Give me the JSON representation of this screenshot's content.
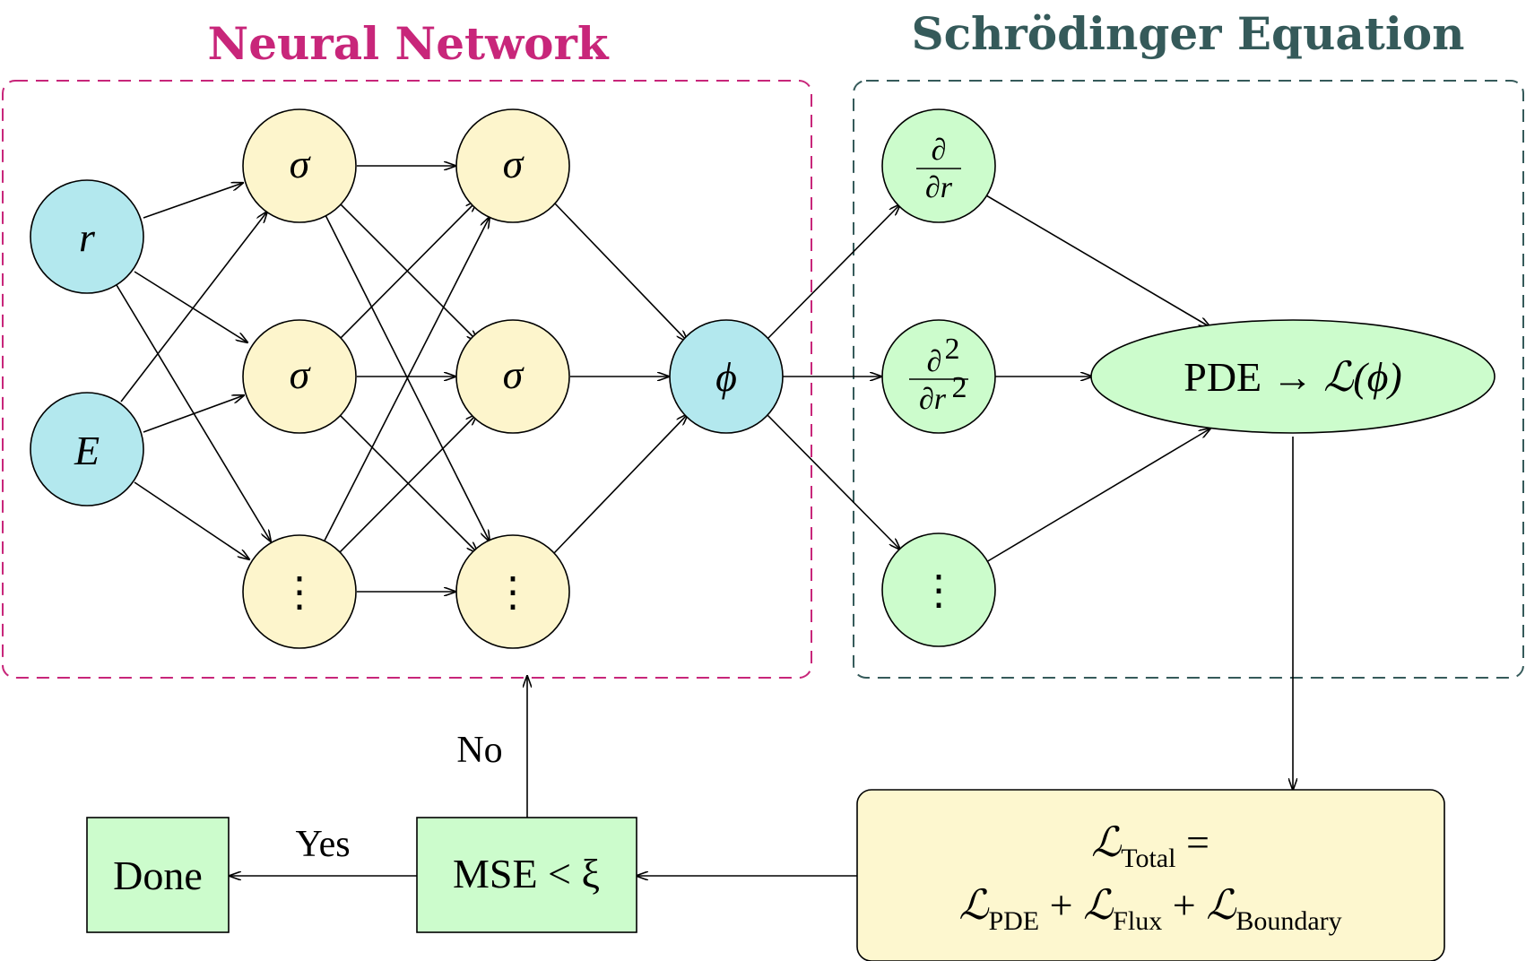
{
  "colors": {
    "nn_border": "#c8267a",
    "se_border": "#355a5a",
    "input_fill": "#b3e8ee",
    "hidden_fill": "#fdf5cc",
    "deriv_fill": "#ccfccc",
    "box_fill": "#fdf7cf"
  },
  "titles": {
    "neural_network": "Neural Network",
    "schrodinger": "Schrödinger Equation"
  },
  "nodes": {
    "input_r": "r",
    "input_e": "E",
    "hidden_sigma": "σ",
    "output_phi": "ϕ",
    "dots": "⋮"
  },
  "derivatives": {
    "first_num": "∂",
    "first_den": "∂r",
    "second_num": "∂",
    "second_num_sup": "2",
    "second_den": "∂r",
    "second_den_sup": "2"
  },
  "pde": {
    "prefix": "PDE → ",
    "loss": "ℒ",
    "arg": "(ϕ)"
  },
  "loss_box": {
    "line1_symbol": "ℒ",
    "line1_sub": "Total",
    "line1_eq": " =",
    "term1_sub": "PDE",
    "term2_sub": "Flux",
    "term3_sub": "Boundary",
    "symbol": "ℒ",
    "plus": " + "
  },
  "decision": {
    "label": "MSE < ξ",
    "yes": "Yes",
    "no": "No",
    "done": "Done"
  }
}
